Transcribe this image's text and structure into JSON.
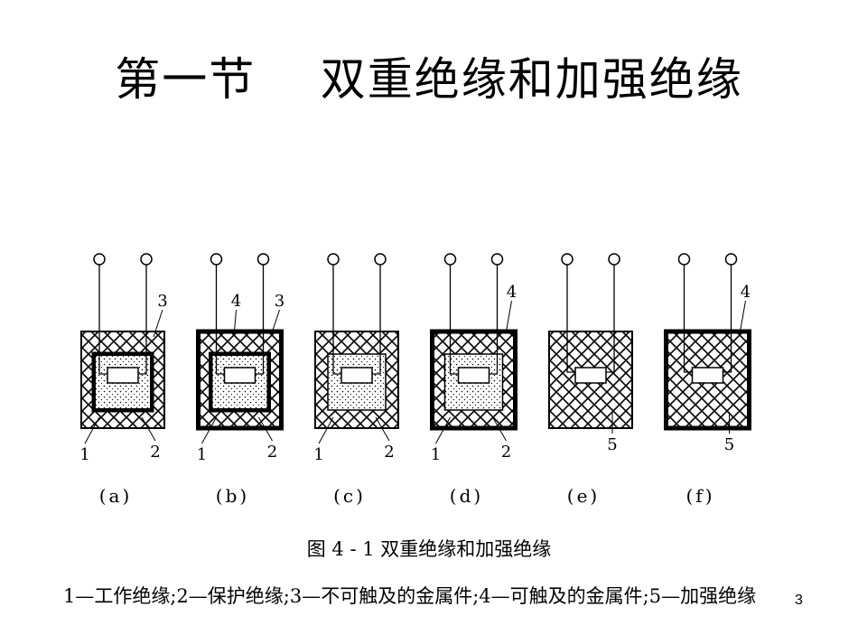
{
  "slide": {
    "title": "第一节    双重绝缘和加强绝缘",
    "page_number": "3"
  },
  "figure": {
    "caption": "图 4 - 1   双重绝缘和加强绝缘",
    "legend": "1—工作绝缘;2—保护绝缘;3—不可触及的金属件;4—可触及的金属件;5—加强绝缘",
    "panels": [
      {
        "label": "(a)",
        "callouts": [
          "3",
          "1",
          "2"
        ]
      },
      {
        "label": "(b)",
        "callouts": [
          "4",
          "3",
          "1",
          "2"
        ]
      },
      {
        "label": "(c)",
        "callouts": [
          "1",
          "2"
        ]
      },
      {
        "label": "(d)",
        "callouts": [
          "4",
          "1",
          "2"
        ]
      },
      {
        "label": "(e)",
        "callouts": [
          "5"
        ]
      },
      {
        "label": "(f)",
        "callouts": [
          "4",
          "5"
        ]
      }
    ]
  }
}
